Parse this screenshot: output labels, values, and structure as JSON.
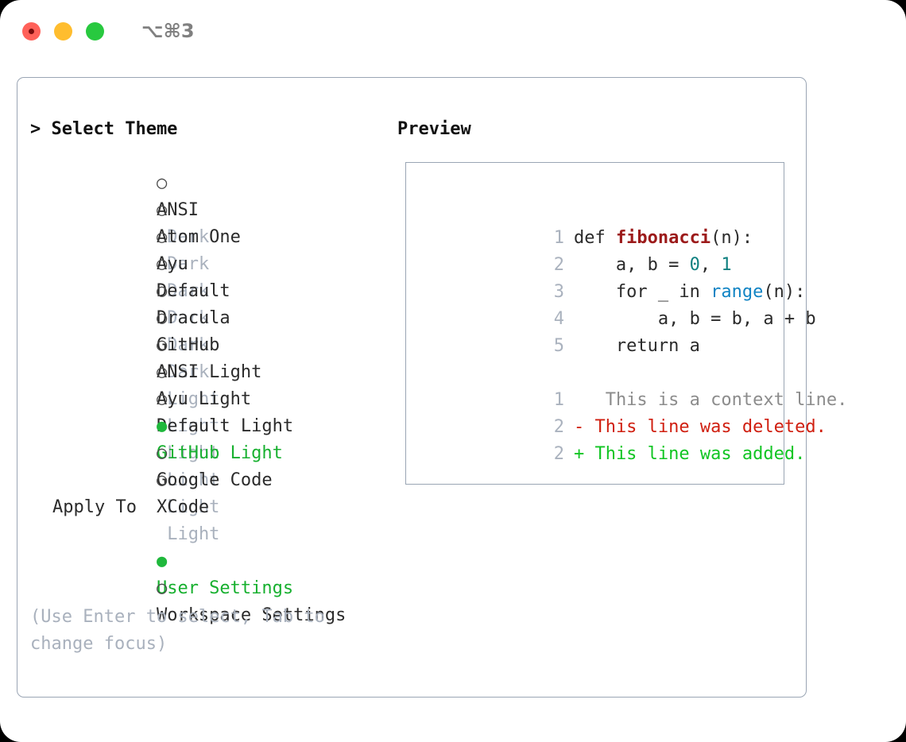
{
  "window": {
    "shortcut": "⌥⌘3",
    "traffic_lights": [
      "close",
      "minimize",
      "maximize"
    ],
    "colors": {
      "close": "#ff6159",
      "minimize": "#ffbd2e",
      "maximize": "#28c93f",
      "panel_border": "#9aa5b4",
      "accent_green": "#17b02f",
      "muted": "#a9b1bd"
    }
  },
  "theme_list": {
    "header": "> Select Theme",
    "header_prefix": ">",
    "header_label": "Select Theme",
    "items": [
      {
        "bullet": "○",
        "name": "ANSI",
        "tag": "Dark",
        "selected": false
      },
      {
        "bullet": "○",
        "name": "Atom One",
        "tag": "Dark",
        "selected": false
      },
      {
        "bullet": "○",
        "name": "Ayu",
        "tag": "Dark",
        "selected": false
      },
      {
        "bullet": "○",
        "name": "Default",
        "tag": "Dark",
        "selected": false
      },
      {
        "bullet": "○",
        "name": "Dracula",
        "tag": "Dark",
        "selected": false
      },
      {
        "bullet": "○",
        "name": "GitHub",
        "tag": "Dark",
        "selected": false
      },
      {
        "bullet": "○",
        "name": "ANSI Light",
        "tag": "Light",
        "selected": false
      },
      {
        "bullet": "○",
        "name": "Ayu Light",
        "tag": "Light",
        "selected": false
      },
      {
        "bullet": "○",
        "name": "Default Light",
        "tag": "Light",
        "selected": false
      },
      {
        "bullet": "●",
        "name": "GitHub Light",
        "tag": "Light",
        "selected": true
      },
      {
        "bullet": "○",
        "name": "Google Code",
        "tag": "Light",
        "selected": false
      },
      {
        "bullet": "○",
        "name": "XCode",
        "tag": "Light",
        "selected": false
      }
    ]
  },
  "apply_to": {
    "header": "Apply To",
    "items": [
      {
        "bullet": "●",
        "name": "User Settings",
        "selected": true
      },
      {
        "bullet": "○",
        "name": "Workspace Settings",
        "selected": false
      }
    ]
  },
  "hint": "(Use Enter to select, Tab to change focus)",
  "preview": {
    "header": "Preview",
    "code_lines": [
      {
        "number": "1",
        "tokens": [
          {
            "text": "def ",
            "kind": "plain"
          },
          {
            "text": "fibonacci",
            "kind": "func"
          },
          {
            "text": "(n):",
            "kind": "plain"
          }
        ]
      },
      {
        "number": "2",
        "tokens": [
          {
            "text": "    a, b = ",
            "kind": "plain"
          },
          {
            "text": "0",
            "kind": "num"
          },
          {
            "text": ", ",
            "kind": "plain"
          },
          {
            "text": "1",
            "kind": "num"
          }
        ]
      },
      {
        "number": "3",
        "tokens": [
          {
            "text": "    for _ in ",
            "kind": "plain"
          },
          {
            "text": "range",
            "kind": "builtin"
          },
          {
            "text": "(n):",
            "kind": "plain"
          }
        ]
      },
      {
        "number": "4",
        "tokens": [
          {
            "text": "        a, b = b, a + b",
            "kind": "plain"
          }
        ]
      },
      {
        "number": "5",
        "tokens": [
          {
            "text": "    return a",
            "kind": "plain"
          }
        ]
      }
    ],
    "diff_lines": [
      {
        "number": "1",
        "marker": " ",
        "text": "  This is a context line.",
        "kind": "context"
      },
      {
        "number": "2",
        "marker": "-",
        "text": " This line was deleted.",
        "kind": "deleted"
      },
      {
        "number": "2",
        "marker": "+",
        "text": " This line was added.",
        "kind": "added"
      }
    ]
  }
}
